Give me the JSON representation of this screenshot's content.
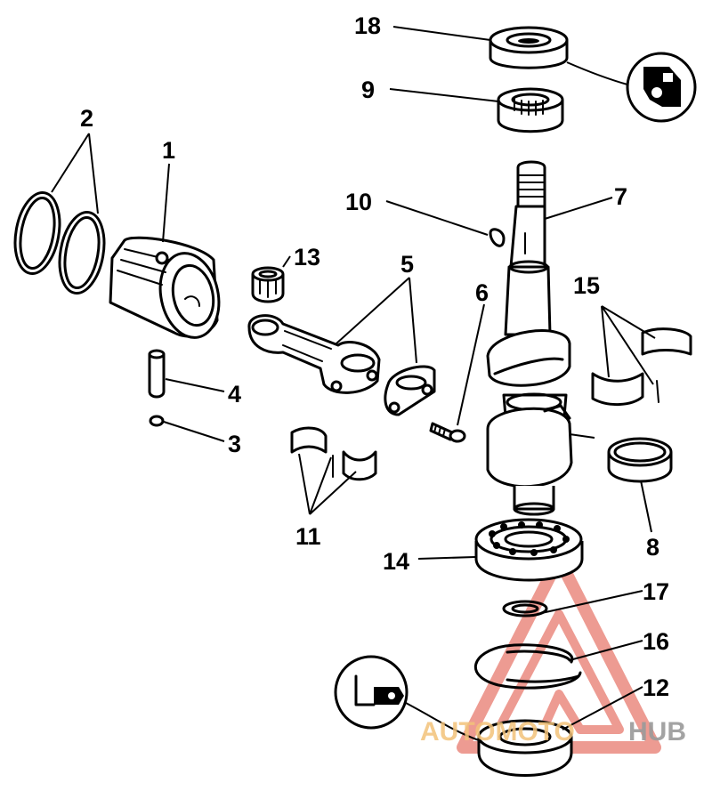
{
  "callouts": [
    {
      "id": "1",
      "label": "1"
    },
    {
      "id": "2",
      "label": "2"
    },
    {
      "id": "3",
      "label": "3"
    },
    {
      "id": "4",
      "label": "4"
    },
    {
      "id": "5",
      "label": "5"
    },
    {
      "id": "6",
      "label": "6"
    },
    {
      "id": "7",
      "label": "7"
    },
    {
      "id": "8",
      "label": "8"
    },
    {
      "id": "9",
      "label": "9"
    },
    {
      "id": "10",
      "label": "10"
    },
    {
      "id": "11",
      "label": "11"
    },
    {
      "id": "12",
      "label": "12"
    },
    {
      "id": "13",
      "label": "13"
    },
    {
      "id": "14",
      "label": "14"
    },
    {
      "id": "15",
      "label": "15"
    },
    {
      "id": "16",
      "label": "16"
    },
    {
      "id": "17",
      "label": "17"
    },
    {
      "id": "18",
      "label": "18"
    }
  ],
  "watermark": {
    "text_a": "AUTOMOTO",
    "text_b": "HUB",
    "color_a": "#f3c27a",
    "color_b": "#9a9a9a",
    "logo_color": "#e87a6e"
  },
  "colors": {
    "ink": "#000000",
    "paper": "#ffffff"
  }
}
